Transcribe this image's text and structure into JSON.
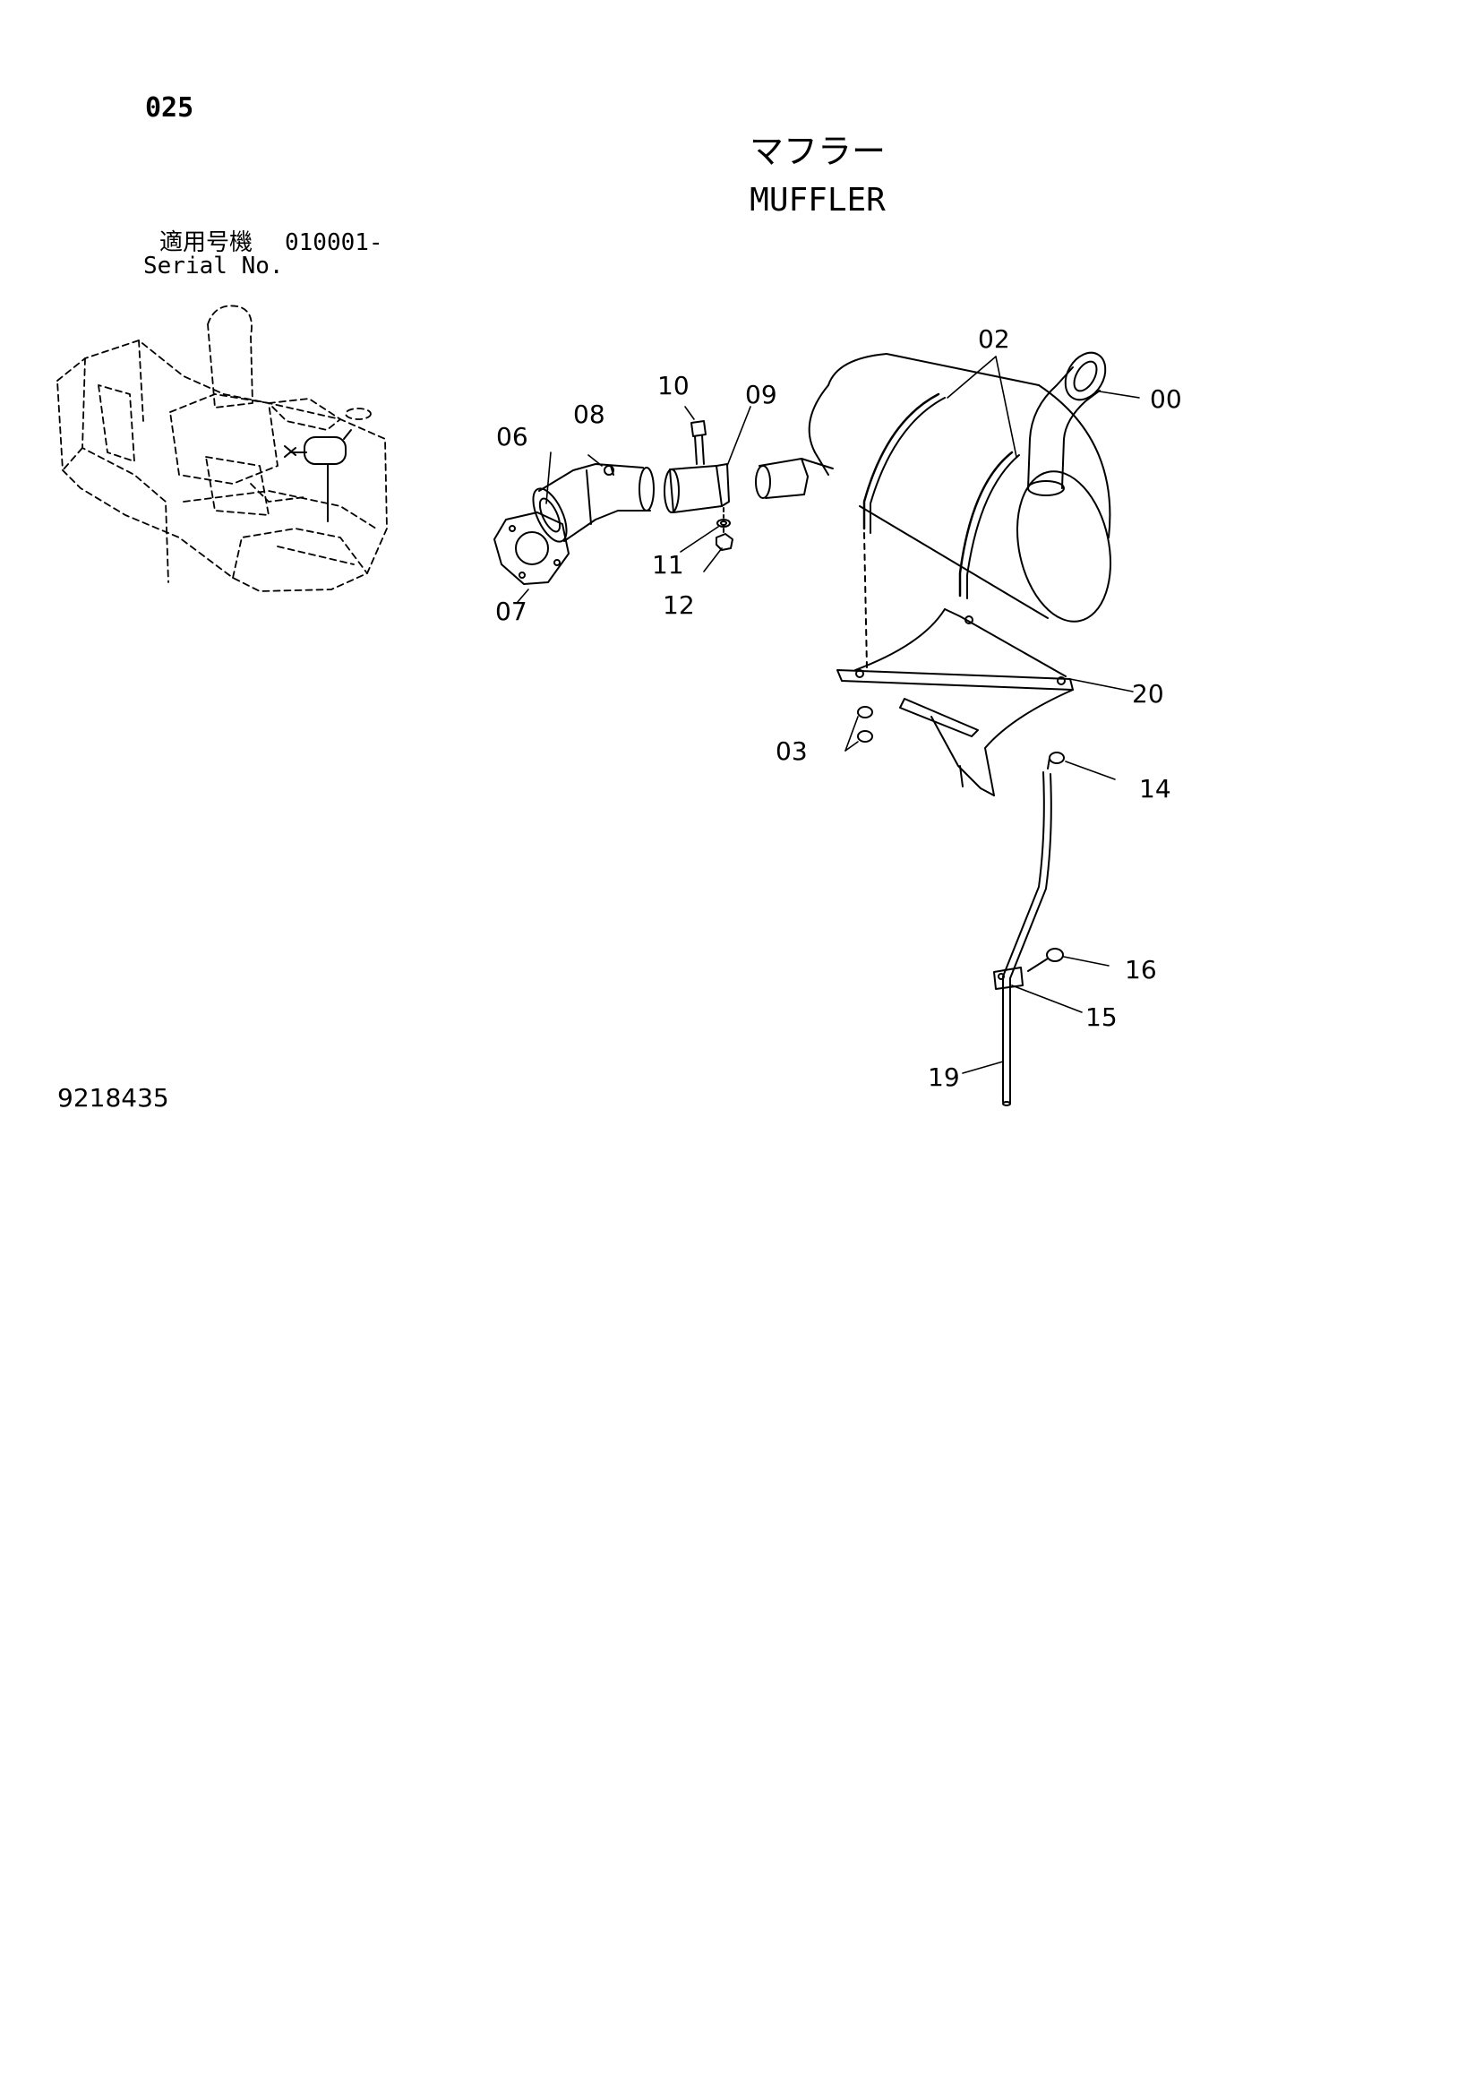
{
  "page": {
    "number": "025",
    "title_jp": "マフラー",
    "title_en": "MUFFLER",
    "serial_label_jp": "適用号機",
    "serial_value": "010001-",
    "serial_label_en": "Serial No.",
    "drawing_number": "9218435"
  },
  "callouts": [
    "00",
    "02",
    "03",
    "06",
    "07",
    "08",
    "09",
    "10",
    "11",
    "12",
    "14",
    "15",
    "16",
    "19",
    "20"
  ]
}
